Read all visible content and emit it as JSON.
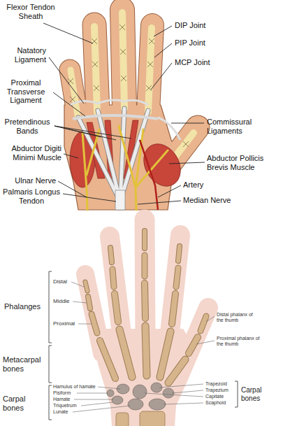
{
  "diagram": {
    "labels": [
      "Flexor Tendon Sheath",
      "DIP Joint",
      "PIP Joint",
      "MCP Joint",
      "Natatory Ligament",
      "Proximal Transverse Ligament",
      "Pretendinous Bands",
      "Commissural Ligaments",
      "Abductor Digiti Minimi Muscle",
      "Abductor Pollicis Brevis Muscle",
      "Ulnar Nerve",
      "Artery",
      "Palmaris Longus Tendon",
      "Median Nerve",
      "Phalanges",
      "Distal",
      "Middle",
      "Proximal",
      "Metacarpal bones",
      "Carpal bones",
      "Hamulus of hamate",
      "Pisiform",
      "Hamate",
      "Triquetrum",
      "Lunate",
      "Distal phalanx of the thumb",
      "Proximal phalanx of the thumb",
      "Trapezoid",
      "Trapezium",
      "Capitate",
      "Scaphoid",
      "Carpal bones"
    ]
  }
}
